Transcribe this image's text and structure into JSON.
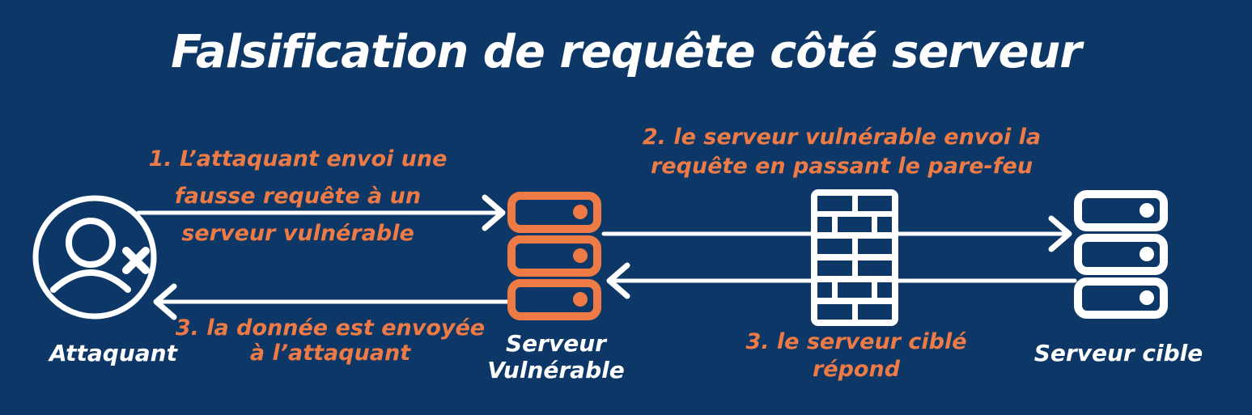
{
  "title": "Falsification de requête côté serveur",
  "colors": {
    "background": "#0c3767",
    "orange": "#ee7b45",
    "white": "#ffffff"
  },
  "nodes": {
    "attacker": {
      "label": "Attaquant",
      "icon": "user-x-icon"
    },
    "vulnerable_server": {
      "label_line1": "Serveur",
      "label_line2": "Vulnérable",
      "icon": "server-stack-icon"
    },
    "firewall": {
      "icon": "brick-wall-icon"
    },
    "target_server": {
      "label": "Serveur cible",
      "icon": "server-stack-icon"
    }
  },
  "annotations": {
    "step1_request": {
      "lines": [
        "1. L’attaquant envoi une",
        "fausse requête à un",
        "serveur vulnérable"
      ]
    },
    "step2_forward": {
      "lines": [
        "2. le serveur vulnérable envoi la",
        "requête en passant le pare-feu"
      ]
    },
    "step3_response": {
      "lines": [
        "3. le serveur ciblé",
        "répond"
      ]
    },
    "step3_return": {
      "lines": [
        "3. la donnée est envoyée",
        "à l’attaquant"
      ]
    }
  }
}
